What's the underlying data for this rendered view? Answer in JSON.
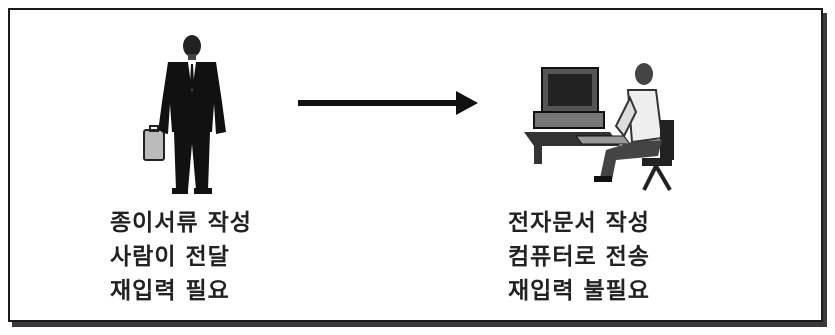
{
  "left_panel": {
    "icon": "businessman-with-briefcase-icon",
    "lines": [
      "종이서류 작성",
      "사람이 전달",
      "재입력 필요"
    ]
  },
  "arrow": {
    "icon": "arrow-right-icon"
  },
  "right_panel": {
    "icon": "person-at-computer-icon",
    "lines": [
      "전자문서 작성",
      "컴퓨터로 전송",
      "재입력 불필요"
    ]
  }
}
